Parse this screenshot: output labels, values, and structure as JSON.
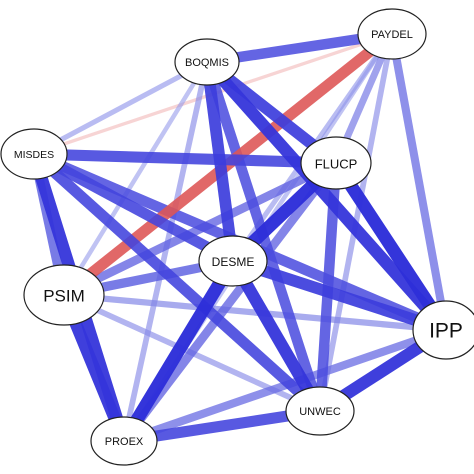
{
  "network": {
    "nodes": [
      {
        "id": "BOQMIS",
        "label": "BOQMIS"
      },
      {
        "id": "PAYDEL",
        "label": "PAYDEL"
      },
      {
        "id": "MISDES",
        "label": "MISDES"
      },
      {
        "id": "FLUCP",
        "label": "FLUCP"
      },
      {
        "id": "DESME",
        "label": "DESME"
      },
      {
        "id": "PSIM",
        "label": "PSIM"
      },
      {
        "id": "IPP",
        "label": "IPP"
      },
      {
        "id": "UNWEC",
        "label": "UNWEC"
      },
      {
        "id": "PROEX",
        "label": "PROEX"
      }
    ],
    "colors": {
      "positive_strong": "#2626d8",
      "positive_weak": "#b9bff0",
      "negative_strong": "#d83a3a",
      "negative_weak": "#f3c3c3",
      "node_fill": "#ffffff",
      "node_stroke": "#222222"
    },
    "edges": [
      {
        "from": "BOQMIS",
        "to": "PAYDEL",
        "weight": 0.75,
        "sign": "positive"
      },
      {
        "from": "BOQMIS",
        "to": "FLUCP",
        "weight": 0.85,
        "sign": "positive"
      },
      {
        "from": "BOQMIS",
        "to": "DESME",
        "weight": 0.85,
        "sign": "positive"
      },
      {
        "from": "BOQMIS",
        "to": "IPP",
        "weight": 0.9,
        "sign": "positive"
      },
      {
        "from": "BOQMIS",
        "to": "UNWEC",
        "weight": 0.75,
        "sign": "positive"
      },
      {
        "from": "BOQMIS",
        "to": "MISDES",
        "weight": 0.3,
        "sign": "positive"
      },
      {
        "from": "BOQMIS",
        "to": "PSIM",
        "weight": 0.25,
        "sign": "positive"
      },
      {
        "from": "BOQMIS",
        "to": "PROEX",
        "weight": 0.35,
        "sign": "positive"
      },
      {
        "from": "PAYDEL",
        "to": "PSIM",
        "weight": 0.8,
        "sign": "negative"
      },
      {
        "from": "PAYDEL",
        "to": "MISDES",
        "weight": 0.15,
        "sign": "negative"
      },
      {
        "from": "PAYDEL",
        "to": "FLUCP",
        "weight": 0.45,
        "sign": "positive"
      },
      {
        "from": "PAYDEL",
        "to": "DESME",
        "weight": 0.3,
        "sign": "positive"
      },
      {
        "from": "PAYDEL",
        "to": "IPP",
        "weight": 0.55,
        "sign": "positive"
      },
      {
        "from": "PAYDEL",
        "to": "UNWEC",
        "weight": 0.35,
        "sign": "positive"
      },
      {
        "from": "PAYDEL",
        "to": "PROEX",
        "weight": 0.25,
        "sign": "positive"
      },
      {
        "from": "MISDES",
        "to": "FLUCP",
        "weight": 0.8,
        "sign": "positive"
      },
      {
        "from": "MISDES",
        "to": "DESME",
        "weight": 0.8,
        "sign": "positive"
      },
      {
        "from": "MISDES",
        "to": "PSIM",
        "weight": 0.65,
        "sign": "positive"
      },
      {
        "from": "MISDES",
        "to": "IPP",
        "weight": 0.75,
        "sign": "positive"
      },
      {
        "from": "MISDES",
        "to": "UNWEC",
        "weight": 0.8,
        "sign": "positive"
      },
      {
        "from": "MISDES",
        "to": "PROEX",
        "weight": 0.9,
        "sign": "positive"
      },
      {
        "from": "FLUCP",
        "to": "DESME",
        "weight": 0.95,
        "sign": "positive"
      },
      {
        "from": "FLUCP",
        "to": "IPP",
        "weight": 0.95,
        "sign": "positive"
      },
      {
        "from": "FLUCP",
        "to": "UNWEC",
        "weight": 0.75,
        "sign": "positive"
      },
      {
        "from": "FLUCP",
        "to": "PSIM",
        "weight": 0.6,
        "sign": "positive"
      },
      {
        "from": "FLUCP",
        "to": "PROEX",
        "weight": 0.6,
        "sign": "positive"
      },
      {
        "from": "DESME",
        "to": "PSIM",
        "weight": 0.65,
        "sign": "positive"
      },
      {
        "from": "DESME",
        "to": "IPP",
        "weight": 0.85,
        "sign": "positive"
      },
      {
        "from": "DESME",
        "to": "UNWEC",
        "weight": 0.9,
        "sign": "positive"
      },
      {
        "from": "DESME",
        "to": "PROEX",
        "weight": 0.95,
        "sign": "positive"
      },
      {
        "from": "PSIM",
        "to": "PROEX",
        "weight": 0.9,
        "sign": "positive"
      },
      {
        "from": "PSIM",
        "to": "UNWEC",
        "weight": 0.35,
        "sign": "positive"
      },
      {
        "from": "PSIM",
        "to": "IPP",
        "weight": 0.4,
        "sign": "positive"
      },
      {
        "from": "IPP",
        "to": "UNWEC",
        "weight": 0.9,
        "sign": "positive"
      },
      {
        "from": "IPP",
        "to": "PROEX",
        "weight": 0.55,
        "sign": "positive"
      },
      {
        "from": "UNWEC",
        "to": "PROEX",
        "weight": 0.8,
        "sign": "positive"
      }
    ]
  }
}
